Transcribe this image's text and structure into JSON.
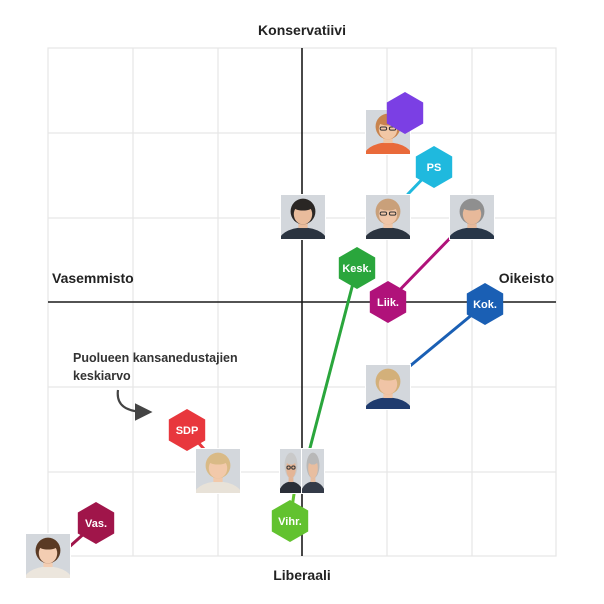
{
  "axes": {
    "top": "Konservatiivi",
    "bottom": "Liberaali",
    "left": "Vasemmisto",
    "right": "Oikeisto"
  },
  "annotation": {
    "line1": "Puolueen kansanedustajien",
    "line2": "keskiarvo"
  },
  "parties": [
    {
      "id": "kd",
      "label": "",
      "color": "#7b3fe4"
    },
    {
      "id": "ps",
      "label": "PS",
      "color": "#1fb9de"
    },
    {
      "id": "kesk",
      "label": "Kesk.",
      "color": "#2aa63c"
    },
    {
      "id": "liik",
      "label": "Liik.",
      "color": "#b0127a"
    },
    {
      "id": "kok",
      "label": "Kok.",
      "color": "#1a5fb4"
    },
    {
      "id": "sdp",
      "label": "SDP",
      "color": "#e8373d"
    },
    {
      "id": "vihr",
      "label": "Vihr.",
      "color": "#62c22f"
    },
    {
      "id": "vas",
      "label": "Vas.",
      "color": "#a0154a"
    }
  ],
  "candidates": [
    {
      "id": "c1",
      "party": "kd",
      "hair": "#c8844e",
      "skin": "#f1c7a5",
      "shirt": "#e96a3a",
      "glasses": true
    },
    {
      "id": "c2",
      "party": "ps",
      "hair": "#c9a07a",
      "skin": "#f0c6a8",
      "shirt": "#2b3440",
      "glasses": true
    },
    {
      "id": "c3",
      "party": "",
      "hair": "#2a2624",
      "skin": "#e9bc9c",
      "shirt": "#2b3440",
      "glasses": false
    },
    {
      "id": "c4",
      "party": "liik",
      "hair": "#8f8f8f",
      "skin": "#e7b99a",
      "shirt": "#283648",
      "glasses": false
    },
    {
      "id": "c5",
      "party": "kok",
      "hair": "#d3b07a",
      "skin": "#f0c4a6",
      "shirt": "#1f3b6e",
      "glasses": false
    },
    {
      "id": "c6",
      "party": "sdp",
      "hair": "#d9ba86",
      "skin": "#f2c9aa",
      "shirt": "#e8e2d8",
      "glasses": false
    },
    {
      "id": "c7",
      "party": "kesk",
      "hair": "#c9c9c9",
      "skin": "#e4b596",
      "shirt": "#2a2f38",
      "glasses": true
    },
    {
      "id": "c8",
      "party": "vihr",
      "hair": "#b8b8b8",
      "skin": "#e8bea0",
      "shirt": "#343b48",
      "glasses": false
    },
    {
      "id": "c9",
      "party": "vas",
      "hair": "#5a3a24",
      "skin": "#f3cdb2",
      "shirt": "#ece6dd",
      "glasses": false
    }
  ]
}
